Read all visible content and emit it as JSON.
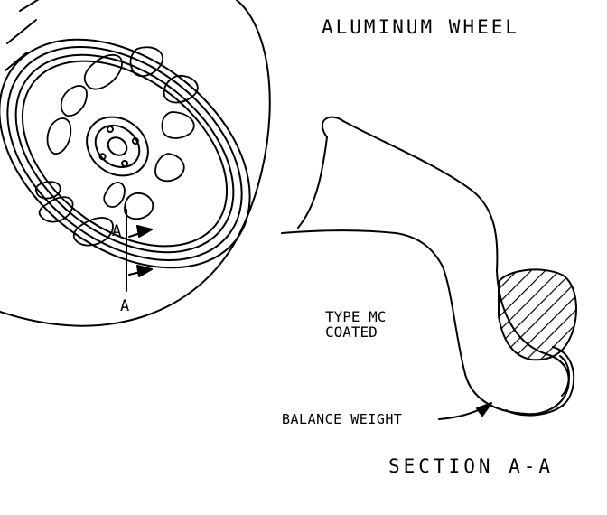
{
  "labels": {
    "title": "ALUMINUM WHEEL",
    "section_marker_top": "A",
    "section_marker_bottom": "A",
    "coating_line1": "TYPE MC",
    "coating_line2": "COATED",
    "balance_weight": "BALANCE WEIGHT",
    "section_title": "SECTION A-A"
  },
  "colors": {
    "ink": "#000000",
    "paper": "#ffffff"
  }
}
